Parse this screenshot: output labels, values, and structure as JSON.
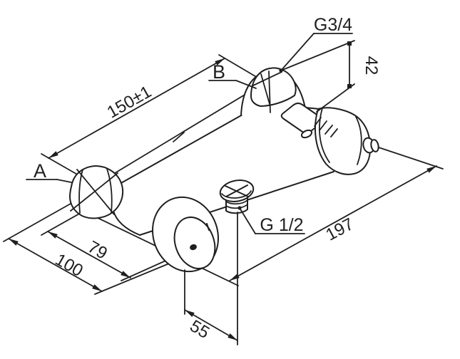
{
  "page": {
    "background": "#ffffff",
    "line_color": "#1f1f1f"
  },
  "drawing": {
    "type": "technical-dimension-drawing",
    "subject": "thermostatic shower mixer valve, isometric view with dimensions",
    "labels": {
      "top_inlet_thread": "G3/4",
      "outlet_thread": "G 1/2",
      "detail_a": "A",
      "detail_b": "B"
    },
    "dims": {
      "center_distance": "150±1",
      "inlet_height": "42",
      "total_length": "197",
      "body_depth": "79",
      "total_depth": "100",
      "outlet_offset": "55"
    }
  }
}
